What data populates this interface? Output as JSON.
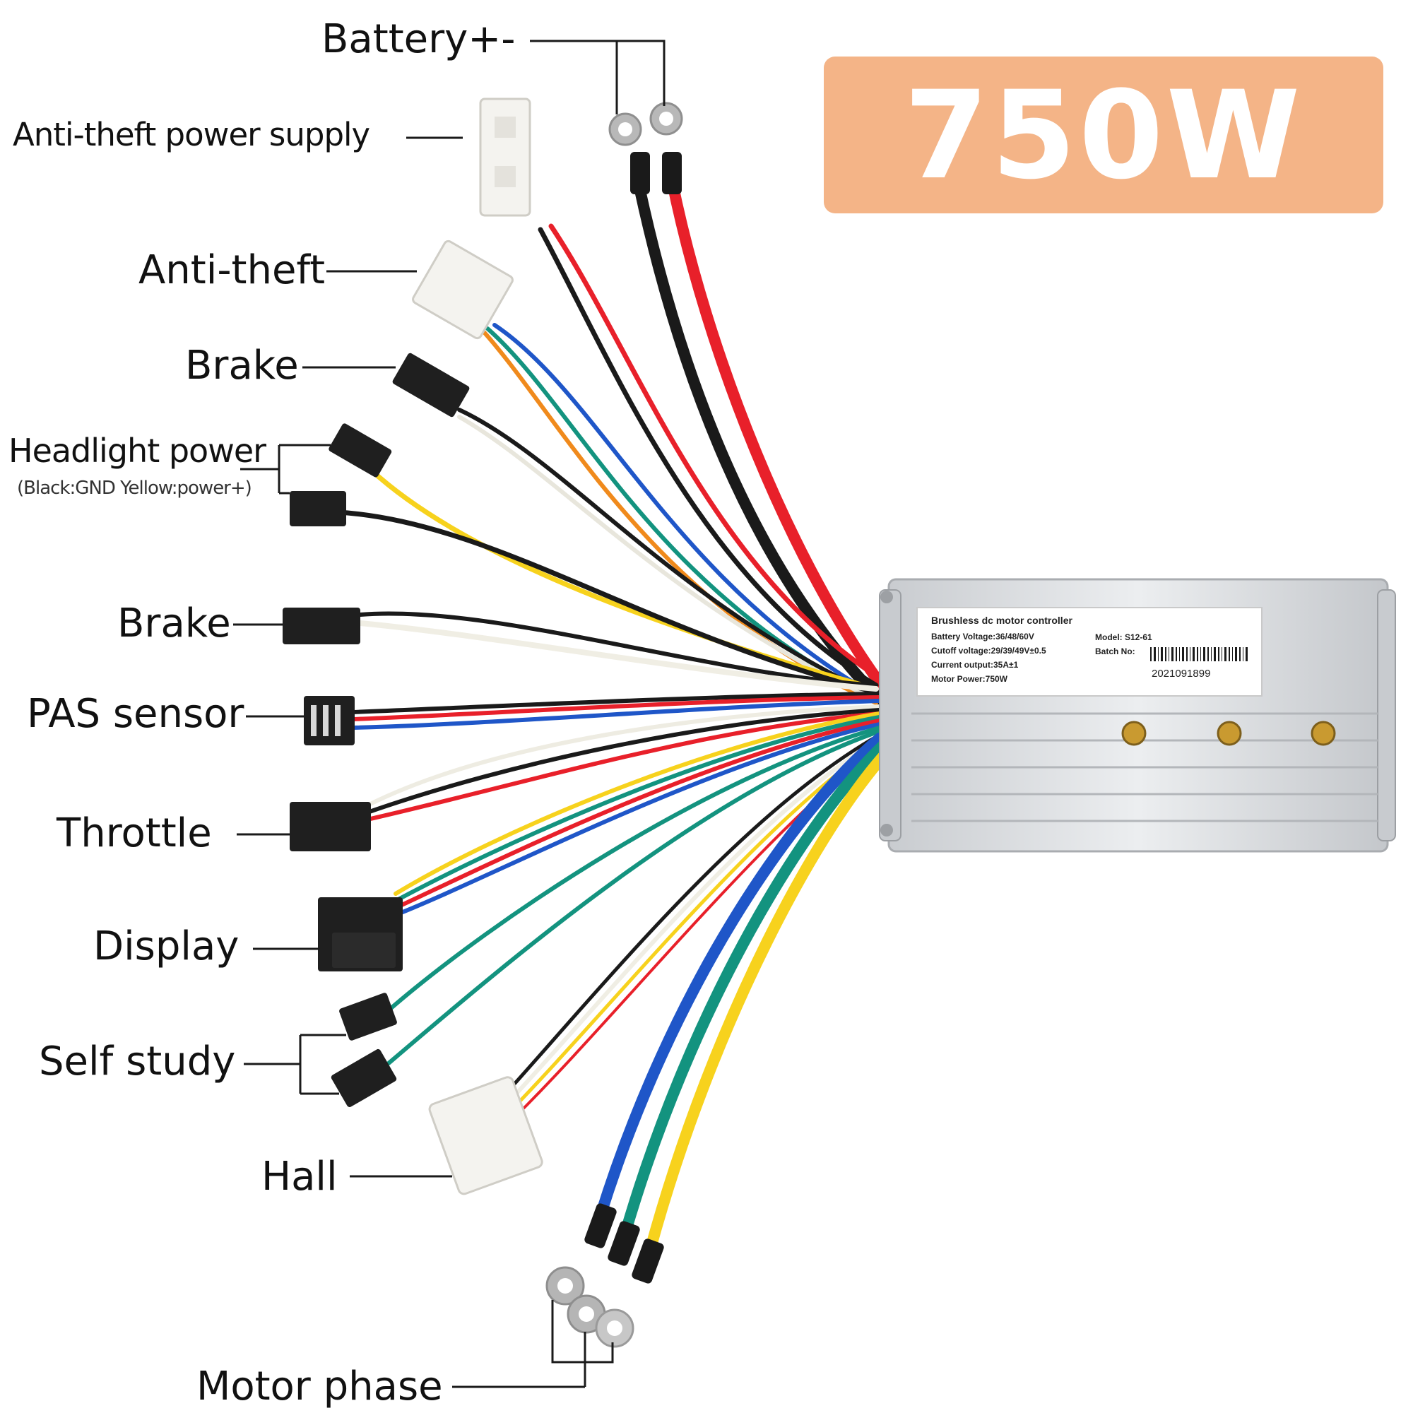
{
  "badge": {
    "text": "750W",
    "color": "#f4b487"
  },
  "labels": {
    "battery": "Battery+-",
    "anti_theft_power_supply": "Anti-theft power supply",
    "anti_theft": "Anti-theft",
    "brake_1": "Brake",
    "headlight_power": "Headlight power",
    "headlight_note": "(Black:GND Yellow:power+)",
    "brake_2": "Brake",
    "pas_sensor": "PAS sensor",
    "throttle": "Throttle",
    "display": "Display",
    "self_study": "Self study",
    "hall": "Hall",
    "motor_phase": "Motor phase"
  },
  "controller": {
    "title": "Brushless dc motor controller",
    "battery_voltage": "Battery Voltage:36/48/60V",
    "cutoff_voltage": "Cutoff voltage:29/39/49V±0.5",
    "current_output": "Current output:35A±1",
    "motor_power": "Motor Power:750W",
    "model": "Model:  S12-61",
    "batch_label": "Batch No:",
    "batch_number": "2021091899"
  },
  "wire_colors": {
    "red": "#e8202a",
    "black": "#1a1a1a",
    "blue": "#1f56c8",
    "green": "#13937f",
    "yellow": "#f7d21d",
    "white": "#f3f1ea",
    "orange": "#f08a1c"
  }
}
